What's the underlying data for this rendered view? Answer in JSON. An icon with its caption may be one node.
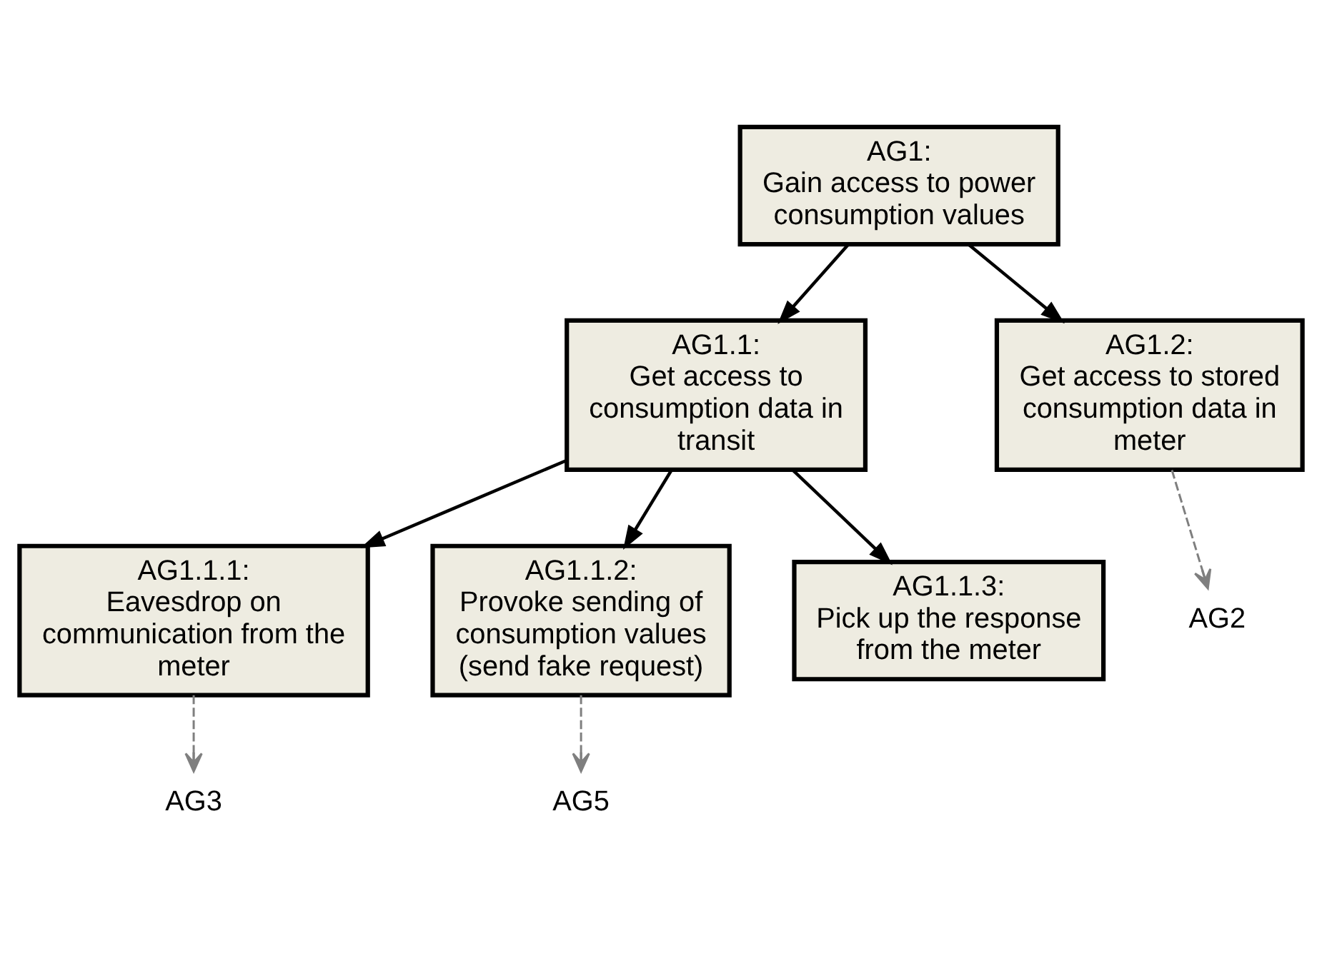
{
  "diagram": {
    "nodes": [
      {
        "text": [
          "AG1:",
          "Gain access to power consumption values"
        ]
      },
      {
        "text": [
          "AG1.1:",
          "Get access to consumption data in transit"
        ]
      },
      {
        "text": [
          "AG1.2:",
          "Get access to stored consumption data in meter"
        ]
      },
      {
        "text": [
          "AG1.1.1:",
          "Eavesdrop on communication from the meter"
        ]
      },
      {
        "text": [
          "AG1.1.2:",
          "Provoke sending of consumption values (send fake request)"
        ]
      },
      {
        "text": [
          "AG1.1.3:",
          "Pick up the response from the meter"
        ]
      },
      {
        "text": [
          "AG2"
        ]
      },
      {
        "text": [
          "AG3"
        ]
      },
      {
        "text": [
          "AG5"
        ]
      }
    ],
    "edges": [
      {
        "from": 0,
        "to": 1,
        "arrow": "to"
      },
      {
        "from": 0,
        "to": 2,
        "arrow": "to"
      },
      {
        "from": 1,
        "to": 3,
        "arrow": "to"
      },
      {
        "from": 1,
        "to": 4,
        "arrow": "to"
      },
      {
        "from": 1,
        "to": 5,
        "arrow": "to"
      },
      {
        "from": 2,
        "to": 6,
        "arrow": "to",
        "style": "dashed",
        "color": "#7f7f7f"
      },
      {
        "from": 3,
        "to": 7,
        "arrow": "to",
        "style": "dashed",
        "color": "#7f7f7f"
      },
      {
        "from": 4,
        "to": 8,
        "arrow": "to",
        "style": "dashed",
        "color": "#7f7f7f"
      }
    ]
  }
}
